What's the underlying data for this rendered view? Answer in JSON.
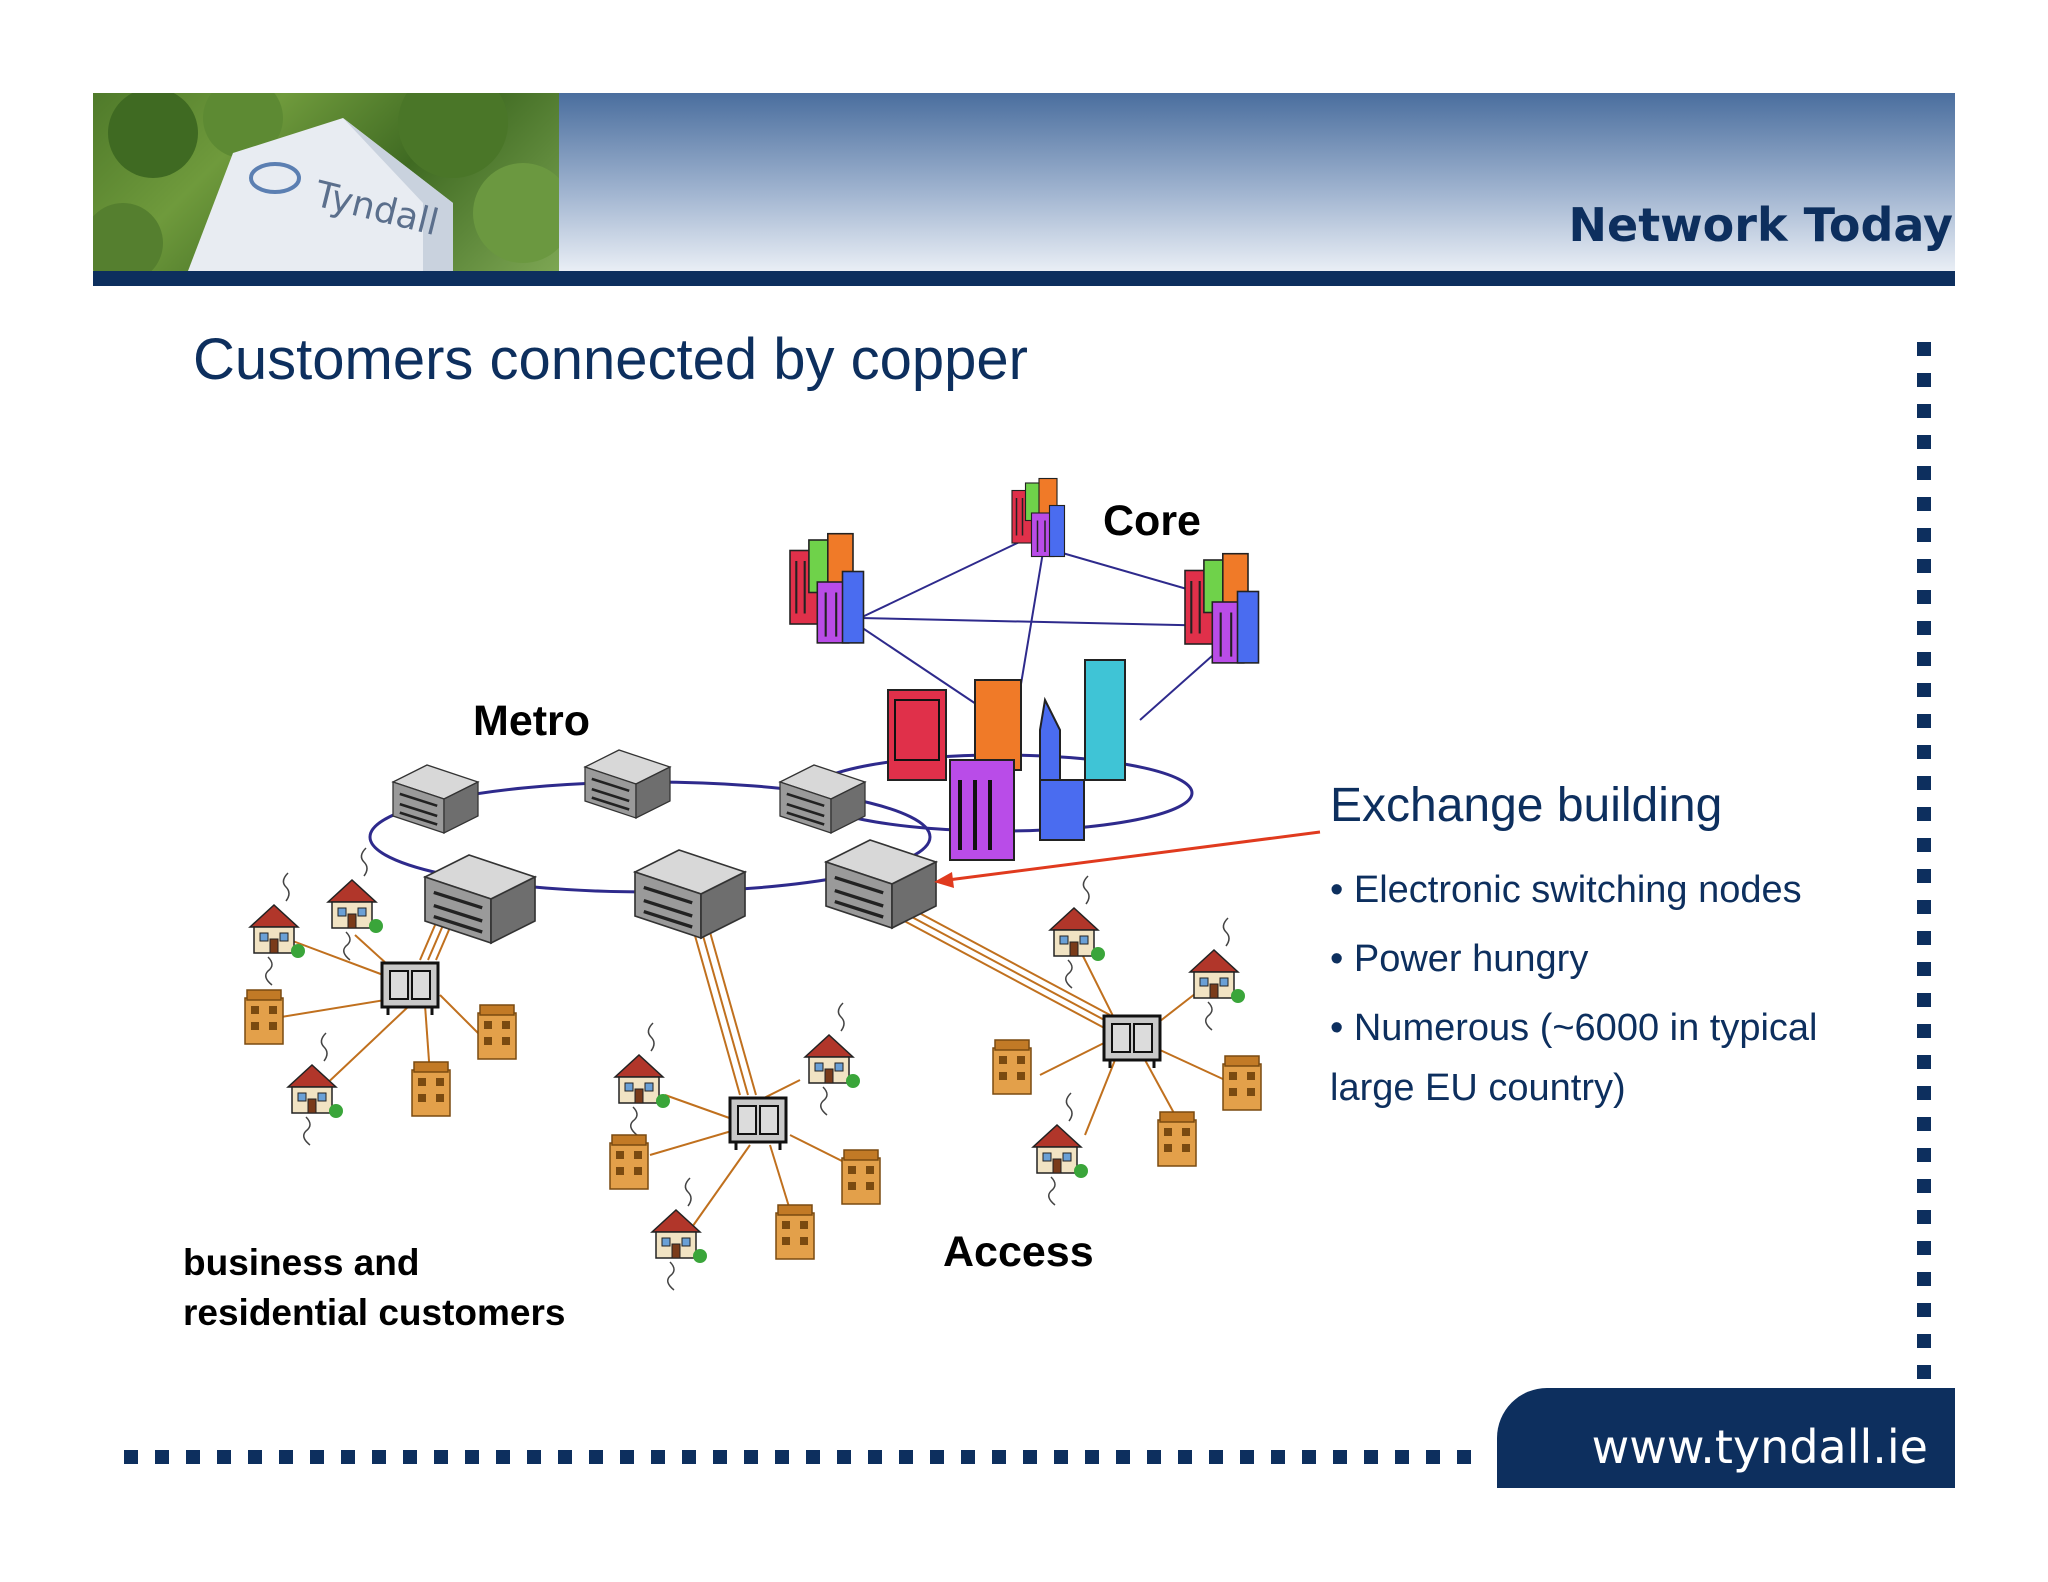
{
  "header": {
    "section_title": "Network Today",
    "logo_text": "Tyndall"
  },
  "slide": {
    "title": "Customers connected by copper"
  },
  "diagram": {
    "labels": {
      "core": "Core",
      "metro": "Metro",
      "access": "Access",
      "customers_line1": "business and",
      "customers_line2": "residential customers"
    }
  },
  "callout": {
    "heading": "Exchange building",
    "bullets": [
      "• Electronic switching nodes",
      "• Power hungry",
      "• Numerous (~6000 in typical large EU country)"
    ]
  },
  "footer": {
    "url": "www.tyndall.ie"
  },
  "colors": {
    "brand_navy": "#0d2f5e",
    "ring_line": "#2e2a8c",
    "copper_line": "#c0701e",
    "callout_arrow": "#e03a1e"
  }
}
